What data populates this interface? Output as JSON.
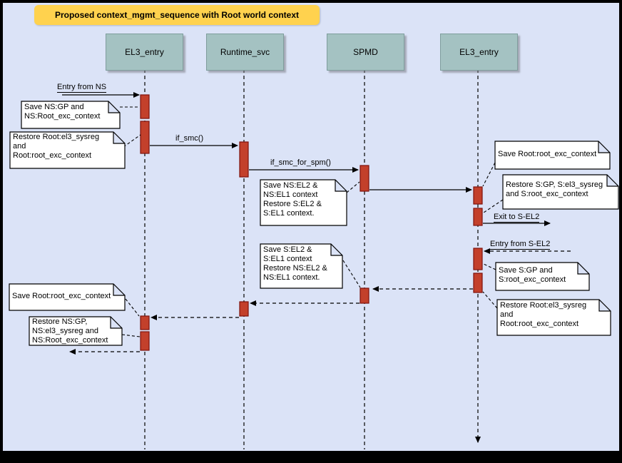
{
  "title": "Proposed context_mgmt_sequence with Root world context",
  "lifelines": [
    {
      "label": "EL3_entry"
    },
    {
      "label": "Runtime_svc"
    },
    {
      "label": "SPMD"
    },
    {
      "label": "EL3_entry"
    }
  ],
  "messages": {
    "entry_from_ns": "Entry from NS",
    "if_smc": "if_smc()",
    "if_smc_for_spm": "if_smc_for_spm()",
    "exit_to_sel2": "Exit to S-EL2",
    "entry_from_sel2": "Entry from S-EL2"
  },
  "notes": [
    {
      "text": "Save NS:GP and\nNS:Root_exc_context"
    },
    {
      "text": "Restore Root:el3_sysreg\nand\nRoot:root_exc_context"
    },
    {
      "text": "Save NS:EL2 &\nNS:EL1 context\nRestore S:EL2 &\nS:EL1 context."
    },
    {
      "text": "Save Root:root_exc_context"
    },
    {
      "text": "Restore S:GP, S:el3_sysreg\nand S:root_exc_context"
    },
    {
      "text": "Save S:GP and\nS:root_exc_context"
    },
    {
      "text": "Restore Root:el3_sysreg\nand\nRoot:root_exc_context"
    },
    {
      "text": "Save S:EL2 &\nS:EL1 context\nRestore NS:EL2 &\nNS:EL1 context."
    },
    {
      "text": "Save Root:root_exc_context"
    },
    {
      "text": "Restore NS:GP,\nNS:el3_sysreg and\nNS:Root_exc_context"
    }
  ],
  "colors": {
    "background": "#dbe3f7",
    "frame": "#000000",
    "title_bg": "#ffd24e",
    "lifeline_header_bg": "#a4c2c2",
    "activation_fill": "#c3402b",
    "activation_border": "#7e120b",
    "note_bg": "#ffffff",
    "line": "#000000"
  }
}
